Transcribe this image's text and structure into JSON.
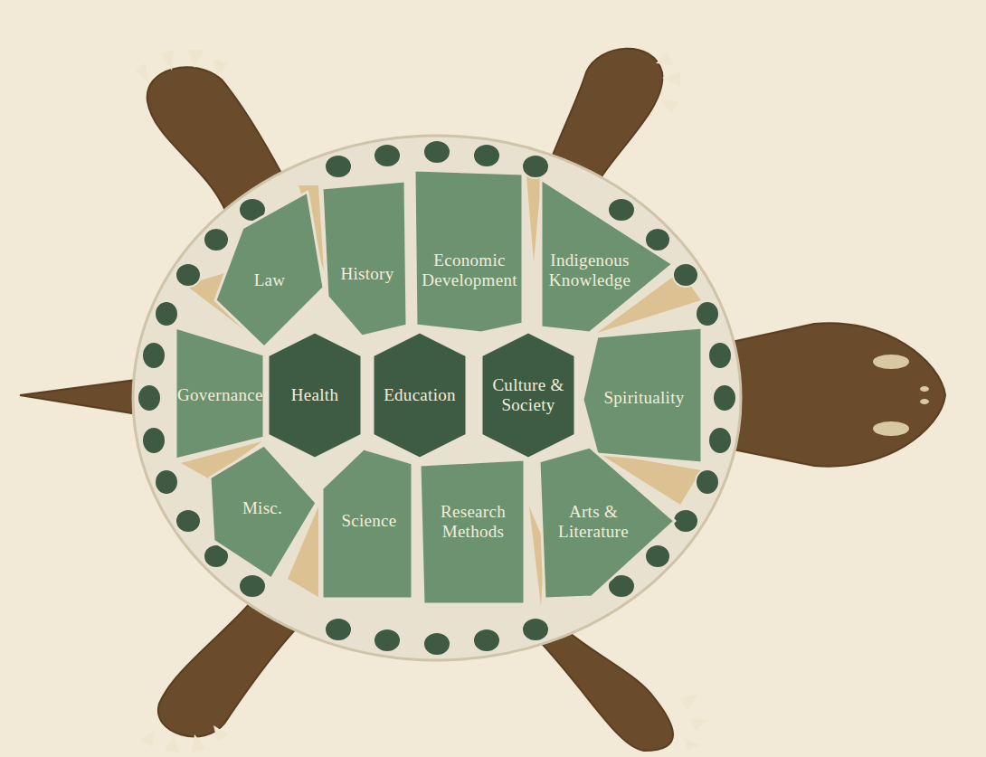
{
  "diagram": {
    "nodes": [
      {
        "text": [
          "Law"
        ]
      },
      {
        "text": [
          "History"
        ]
      },
      {
        "text": [
          "Economic Development"
        ]
      },
      {
        "text": [
          "Indigenous Knowledge"
        ]
      },
      {
        "text": [
          "Governance"
        ]
      },
      {
        "text": [
          "Health"
        ]
      },
      {
        "text": [
          "Education"
        ]
      },
      {
        "text": [
          "Culture & Society"
        ]
      },
      {
        "text": [
          "Spirituality"
        ]
      },
      {
        "text": [
          "Misc."
        ]
      },
      {
        "text": [
          "Science"
        ]
      },
      {
        "text": [
          "Research Methods"
        ]
      },
      {
        "text": [
          "Arts & Literature"
        ]
      }
    ]
  }
}
